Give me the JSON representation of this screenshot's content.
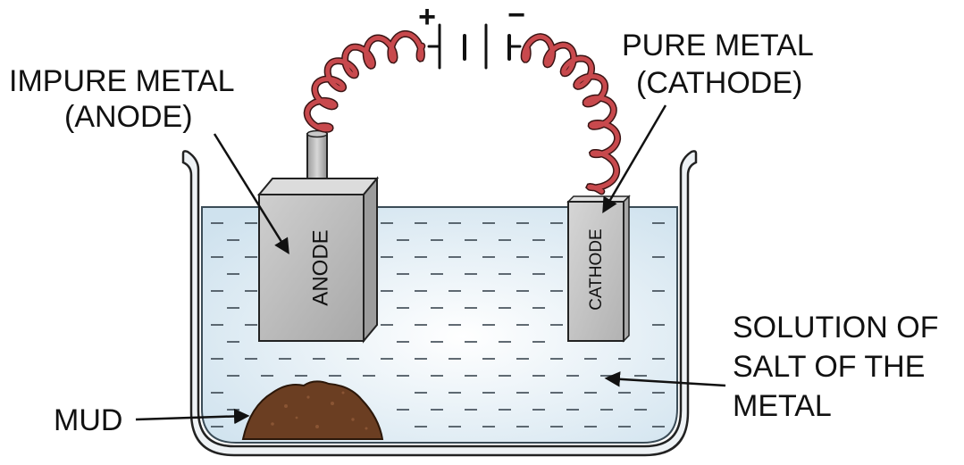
{
  "battery": {
    "positive_sign": "+",
    "negative_sign": "−"
  },
  "labels": {
    "anode_callout_line1": "IMPURE METAL",
    "anode_callout_line2": "(ANODE)",
    "cathode_callout_line1": "PURE METAL",
    "cathode_callout_line2": "(CATHODE)",
    "solution_line1": "SOLUTION OF",
    "solution_line2": "SALT OF THE",
    "solution_line3": "METAL",
    "mud": "MUD",
    "anode_plate": "ANODE",
    "cathode_plate": "CATHODE"
  },
  "colors": {
    "wire": "#c8494d",
    "electrolyte": "#dbeaf2",
    "beaker": "#eef2f5",
    "anode_face": "#b9b9b9",
    "cathode_face": "#c4c4c4",
    "mud": "#6b3e22"
  }
}
